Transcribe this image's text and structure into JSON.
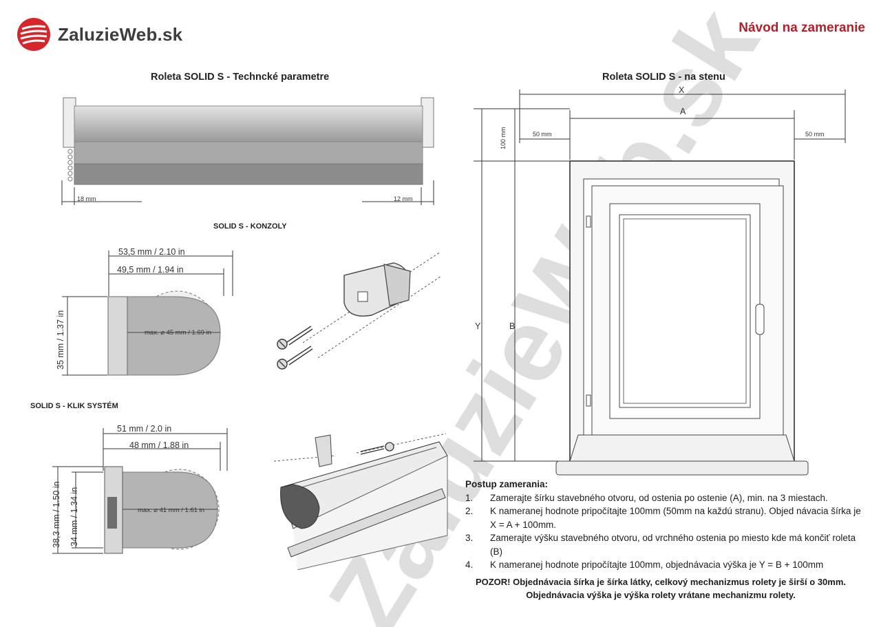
{
  "brand": {
    "name": "ZaluzieWeb.sk",
    "logo_color": "#d6252b"
  },
  "doc_title": "Návod na zameranie",
  "left": {
    "tech_title": "Roleta SOLID S - Techncké parametre",
    "tech_dims": {
      "left": "18 mm",
      "right": "12 mm"
    },
    "konzoly_title": "SOLID S - KONZOLY",
    "konzoly_dims": {
      "outer": "53,5 mm / 2.10 in",
      "inner": "49,5 mm / 1.94 in",
      "height": "35 mm / 1.37 in",
      "diameter": "max. ⌀ 45 mm / 1.69 in"
    },
    "klik_title": "SOLID S - KLIK SYSTÉM",
    "klik_dims": {
      "outer": "51 mm / 2.0 in",
      "inner": "48 mm / 1.88 in",
      "height_outer": "38,3 mm / 1.50 in",
      "height_inner": "34 mm / 1.34 in",
      "diameter": "max. ⌀ 41 mm / 1.61 in"
    }
  },
  "right": {
    "wall_title": "Roleta SOLID S - na stenu",
    "labels": {
      "x": "X",
      "a": "A",
      "y": "Y",
      "b": "B",
      "side_left": "50 mm",
      "side_right": "50 mm",
      "top": "100 mm"
    }
  },
  "procedure": {
    "heading": "Postup zamerania:",
    "steps": [
      {
        "num": "1.",
        "text": "Zamerajte šírku stavebného otvoru, od ostenia po ostenie (A), min. na 3 miestach."
      },
      {
        "num": "2.",
        "text": "K nameranej hodnote pripočítajte 100mm (50mm na každú stranu). Objed návacia šírka je X = A + 100mm."
      },
      {
        "num": "3.",
        "text": "Zamerajte výšku stavebného otvoru, od vrchného ostenia po miesto kde má končiť roleta (B)"
      },
      {
        "num": "4.",
        "text": "K nameranej hodnote pripočítajte 100mm, objednávacia výška je Y = B + 100mm"
      }
    ],
    "warning_1": "POZOR! Objednávacia šírka je šírka látky, celkový mechanizmus rolety je širší o 30mm.",
    "warning_2": "Objednávacia výška je výška rolety vrátane mechanizmu rolety."
  },
  "watermark": "ZaluzieWeb.sk"
}
